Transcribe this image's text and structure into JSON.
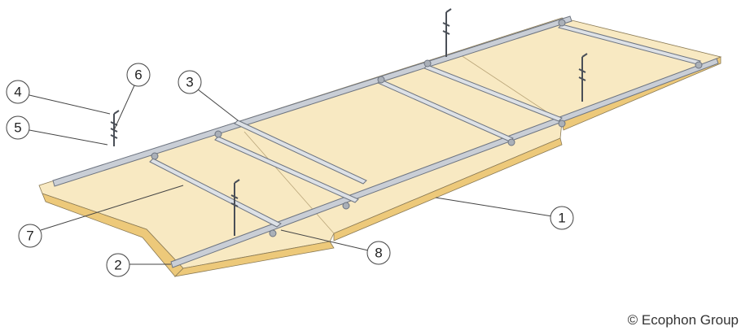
{
  "callouts": [
    {
      "label": "1"
    },
    {
      "label": "2"
    },
    {
      "label": "3"
    },
    {
      "label": "4"
    },
    {
      "label": "5"
    },
    {
      "label": "6"
    },
    {
      "label": "7"
    },
    {
      "label": "8"
    }
  ],
  "copyright": "© Ecophon Group",
  "colors": {
    "panel_top": "#f8e9c2",
    "panel_edge": "#edc97a",
    "rail": "#c9ced6",
    "rail_dark": "#6d7480"
  }
}
